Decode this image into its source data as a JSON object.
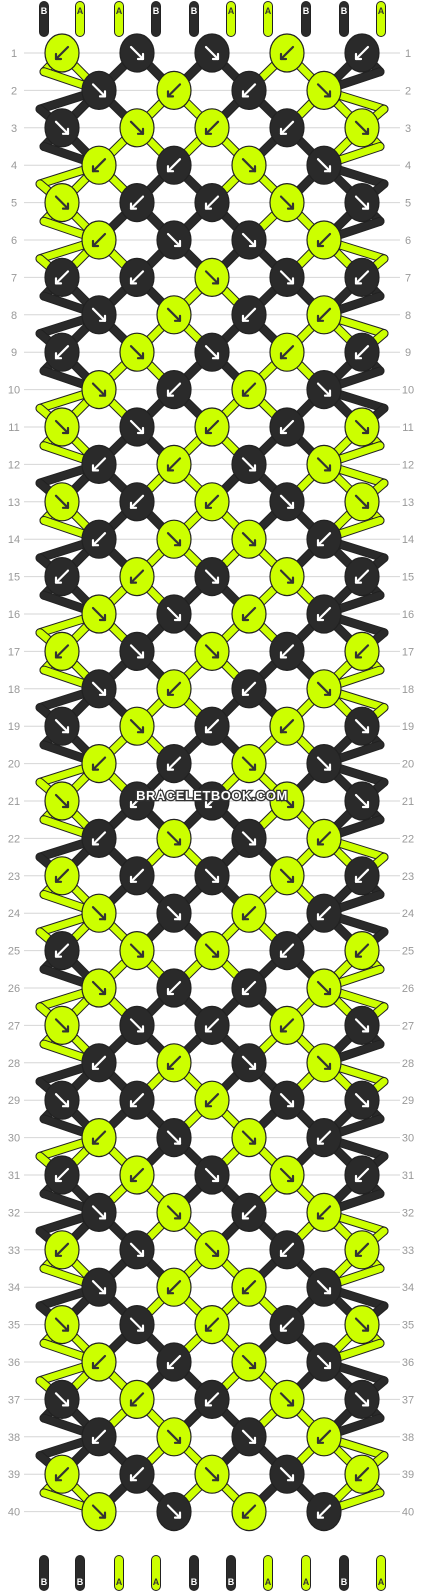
{
  "colors": {
    "A": "#ccff00",
    "B": "#2a2a2a",
    "arrow_on_light": "#333333",
    "arrow_on_dark": "#ffffff",
    "grid": "#d6d6d6",
    "background": "#ffffff"
  },
  "strands": {
    "top": [
      "B",
      "A",
      "A",
      "B",
      "B",
      "A",
      "A",
      "B",
      "B",
      "A"
    ],
    "bottom": [
      "B",
      "B",
      "A",
      "A",
      "B",
      "B",
      "A",
      "A",
      "B",
      "A"
    ]
  },
  "watermark": "BRACELETBOOK.COM",
  "row_numbers": [
    "1",
    "2",
    "3",
    "4",
    "5",
    "6",
    "7",
    "8",
    "9",
    "10",
    "11",
    "12",
    "13",
    "14",
    "15",
    "16",
    "17",
    "18",
    "19",
    "20",
    "21",
    "22",
    "23",
    "24",
    "25",
    "26",
    "27",
    "28",
    "29",
    "30",
    "31",
    "32",
    "33",
    "34",
    "35",
    "36",
    "37",
    "38",
    "39",
    "40"
  ],
  "knot_pattern": {
    "odd_cycle": [
      [
        "A",
        "B",
        "B",
        "A",
        "B"
      ],
      [
        "B",
        "A",
        "A",
        "B",
        "A"
      ],
      [
        "A",
        "B",
        "B",
        "A",
        "B"
      ],
      [
        "B",
        "B",
        "A",
        "B",
        "B"
      ],
      [
        "B",
        "A",
        "B",
        "A",
        "B"
      ],
      [
        "A",
        "B",
        "A",
        "B",
        "A"
      ],
      [
        "A",
        "B",
        "A",
        "B",
        "A"
      ],
      [
        "B",
        "A",
        "B",
        "A",
        "B"
      ],
      [
        "A",
        "B",
        "A",
        "B",
        "A"
      ],
      [
        "B",
        "A",
        "B",
        "A",
        "B"
      ],
      [
        "A",
        "B",
        "B",
        "A",
        "B"
      ]
    ],
    "even_cycle": [
      [
        "B",
        "A",
        "B",
        "A"
      ],
      [
        "A",
        "B",
        "A",
        "B"
      ],
      [
        "A",
        "B",
        "B",
        "A"
      ],
      [
        "B",
        "A",
        "B",
        "A"
      ],
      [
        "A",
        "B",
        "A",
        "B"
      ],
      [
        "B",
        "A",
        "B",
        "A"
      ],
      [
        "B",
        "A",
        "A",
        "B"
      ],
      [
        "A",
        "B",
        "A",
        "B"
      ],
      [
        "B",
        "A",
        "B",
        "A"
      ],
      [
        "A",
        "B",
        "A",
        "B"
      ]
    ],
    "odd_arrows": [
      "SW",
      "SE",
      "SE",
      "SW",
      "SW",
      "SE",
      "SE",
      "SW",
      "SW",
      "SE",
      "SE",
      "SW"
    ],
    "even_arrows": [
      "SE",
      "SW",
      "SW",
      "SE",
      "SE",
      "SW",
      "SW",
      "SE",
      "SE",
      "SW",
      "SW",
      "SE"
    ]
  }
}
